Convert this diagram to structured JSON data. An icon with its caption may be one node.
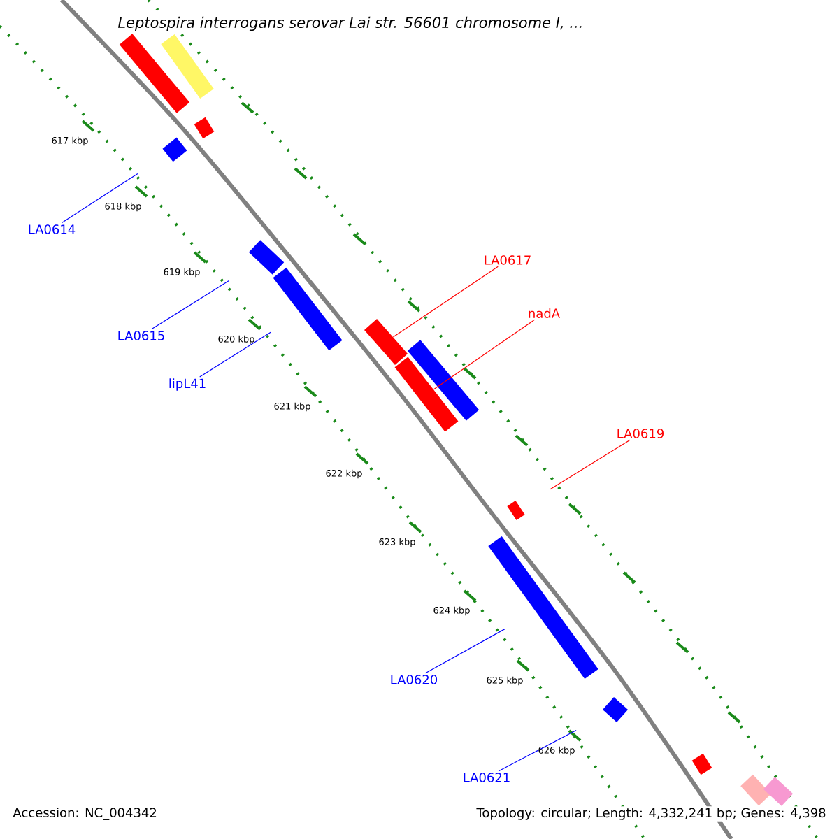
{
  "diagram": {
    "title": "Leptospira interrogans serovar Lai str. 56601 chromosome I, ...",
    "nodes": [
      {
        "text": [
          "LA0614"
        ]
      },
      {
        "text": [],
        "shape": "bar"
      },
      {
        "text": [
          "LA0615"
        ]
      },
      {
        "text": [],
        "shape": "bar"
      },
      {
        "text": [
          "LA0617"
        ]
      },
      {
        "text": [],
        "shape": "bar"
      },
      {
        "text": [
          "nadA"
        ]
      },
      {
        "text": [],
        "shape": "bar"
      },
      {
        "text": [
          "lipL41"
        ]
      },
      {
        "text": [],
        "shape": "bar"
      },
      {
        "text": [
          "LA0619"
        ]
      },
      {
        "text": [],
        "shape": "bar"
      },
      {
        "text": [
          "LA0620"
        ]
      },
      {
        "text": [],
        "shape": "bar"
      },
      {
        "text": [
          "LA0621"
        ]
      },
      {
        "text": [],
        "shape": "bar"
      },
      {
        "text": [],
        "shape": "bar"
      },
      {
        "text": [],
        "shape": "bar"
      },
      {
        "text": [],
        "shape": "bar"
      },
      {
        "text": [],
        "shape": "bar"
      },
      {
        "text": [],
        "shape": "bar"
      },
      {
        "text": [],
        "shape": "bar"
      },
      {
        "text": [],
        "shape": "bar"
      }
    ],
    "edges": [
      {
        "from": 0,
        "to": 1,
        "arrow": "none"
      },
      {
        "from": 2,
        "to": 3,
        "arrow": "none"
      },
      {
        "from": 4,
        "to": 5,
        "arrow": "none",
        "color": "#ff0000"
      },
      {
        "from": 6,
        "to": 7,
        "arrow": "none",
        "color": "#ff0000"
      },
      {
        "from": 8,
        "to": 9,
        "arrow": "none"
      },
      {
        "from": 10,
        "to": 11,
        "arrow": "none",
        "color": "#ff0000"
      },
      {
        "from": 12,
        "to": 13,
        "arrow": "none"
      },
      {
        "from": 14,
        "to": 15,
        "arrow": "none"
      }
    ],
    "labels": [
      "617 kbp",
      "618 kbp",
      "619 kbp",
      "620 kbp",
      "621 kbp",
      "622 kbp",
      "623 kbp",
      "624 kbp",
      "625 kbp",
      "626 kbp",
      "Accession: NC_004342",
      "Topology: circular; Length: 4,332,241 bp; Genes: 4,398"
    ]
  }
}
